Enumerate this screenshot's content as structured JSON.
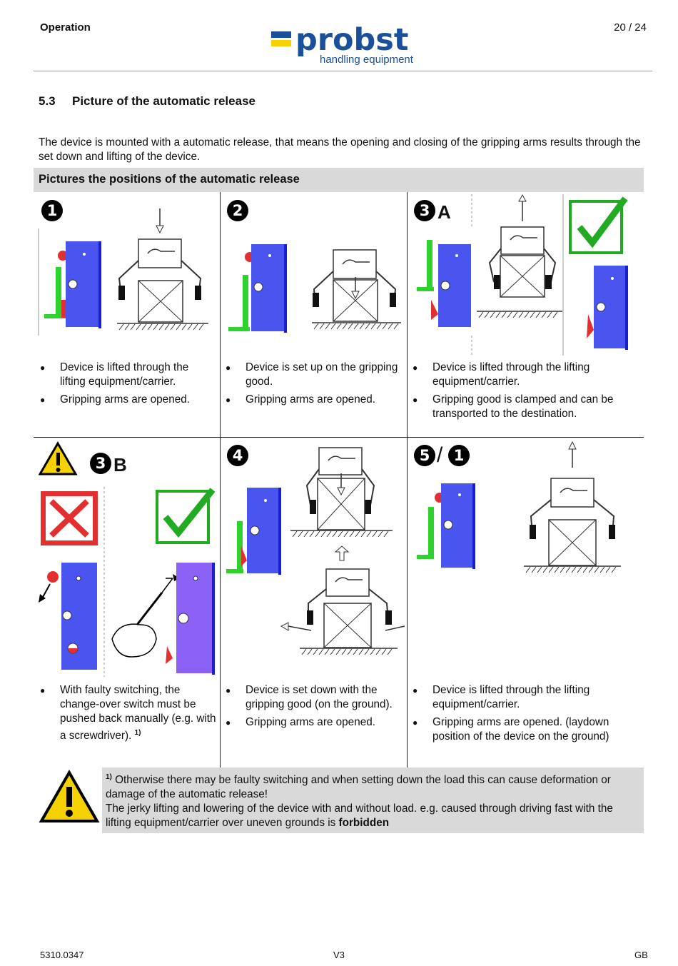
{
  "header": {
    "section_label": "Operation",
    "page": "20 / 24",
    "logo_text": "probst",
    "logo_subtext": "handling equipment",
    "logo_colors": {
      "blue": "#1a4f9c",
      "yellow": "#f6d100"
    }
  },
  "section": {
    "number": "5.3",
    "title": "Picture of the automatic release",
    "intro": "The device is mounted with a automatic release, that means the opening and closing of the gripping arms results through the set down and lifting of the device."
  },
  "table": {
    "heading": "Pictures the positions of the automatic release",
    "cells": [
      {
        "badge": "1",
        "suffix": "",
        "bullets": [
          "Device is lifted through the lifting equipment/carrier.",
          "Gripping arms are opened."
        ]
      },
      {
        "badge": "2",
        "suffix": "",
        "bullets": [
          "Device is set up on the gripping good.",
          "Gripping arms are opened."
        ]
      },
      {
        "badge": "3",
        "suffix": "A",
        "bullets": [
          "Device is lifted through the lifting equipment/carrier.",
          "Gripping good is clamped and can be transported to the destination."
        ]
      },
      {
        "badge": "3",
        "suffix": "B",
        "bullets": [
          "With faulty switching, the change-over switch must be pushed back manually (e.g. with a screwdriver)."
        ],
        "footnote_mark": "1)"
      },
      {
        "badge": "4",
        "suffix": "",
        "bullets": [
          "Device is set down with the gripping good (on the ground).",
          "Gripping arms are opened."
        ]
      },
      {
        "badge": "5",
        "badge2": "1",
        "separator": "/",
        "bullets": [
          "Device is lifted through the lifting equipment/carrier.",
          "Gripping arms are opened. (laydown position of the device on the ground)"
        ]
      }
    ]
  },
  "warning": {
    "mark": "1)",
    "line1": "Otherwise there may be faulty switching and when setting down the load this can cause deformation or damage of the automatic release!",
    "line2": "The jerky lifting and lowering of the device with and without load. e.g. caused through driving fast with the lifting equipment/carrier over uneven grounds is",
    "emphasis": "forbidden"
  },
  "footer": {
    "doc_number": "5310.0347",
    "version": "V3",
    "language": "GB"
  },
  "colors": {
    "device_blue": "#4a55f0",
    "lever_green": "#2ed12e",
    "knob_red": "#e23030",
    "band_gray": "#d9d9d9"
  }
}
